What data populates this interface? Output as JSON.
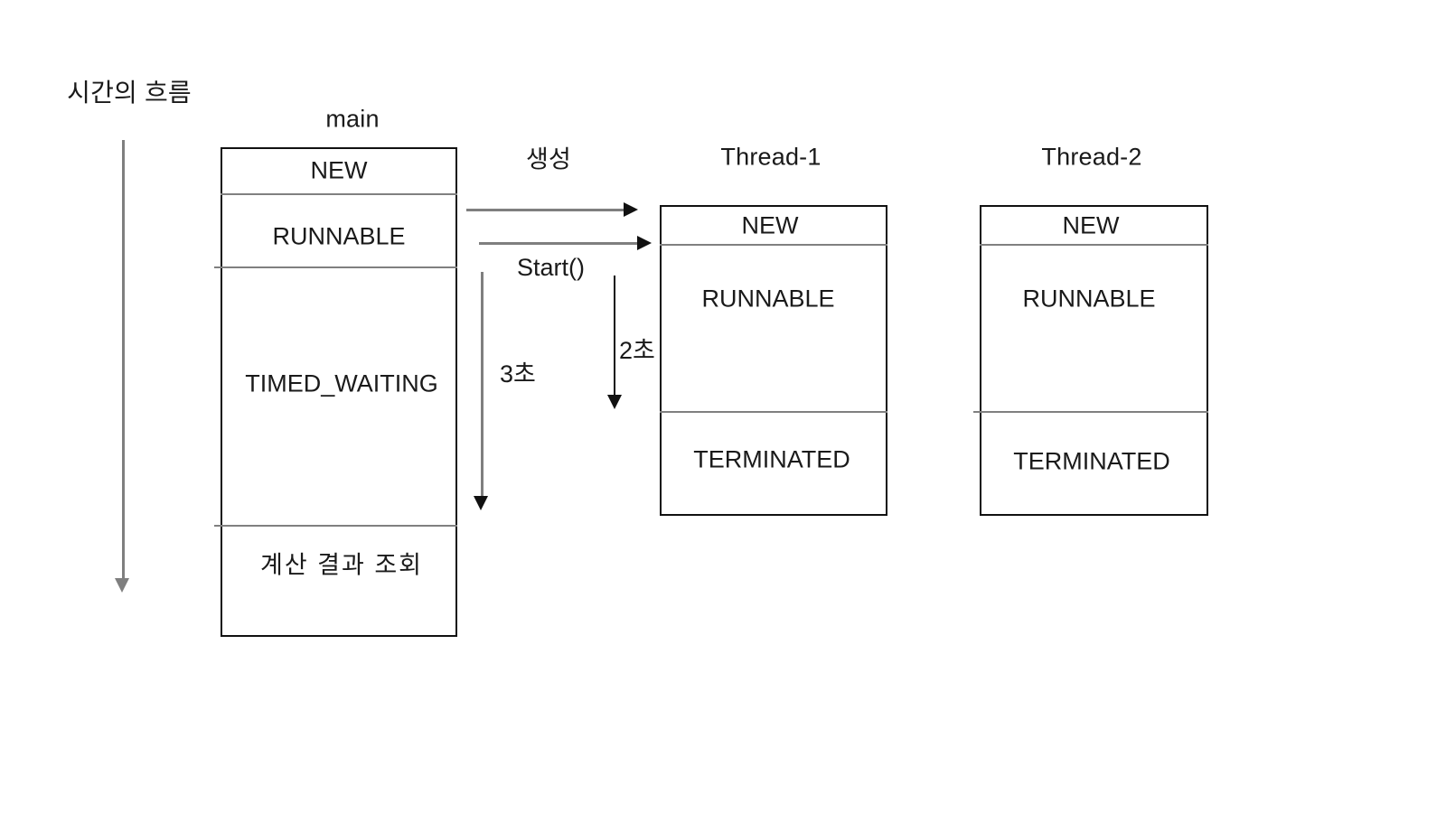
{
  "diagram": {
    "title_label": "시간의 흐름",
    "time_axis": {
      "label": "시간의 흐름",
      "direction": "downward"
    },
    "colors": {
      "box_border": "#111111",
      "divider": "#808080",
      "arrow_gray": "#7f7f7f",
      "arrow_black": "#000000",
      "text": "#1a1a1a",
      "background": "#ffffff"
    },
    "threads": [
      {
        "name": "main",
        "states": [
          {
            "label": "NEW"
          },
          {
            "label": "RUNNABLE"
          },
          {
            "label": "TIMED_WAITING"
          },
          {
            "label": "계산 결과 조회"
          }
        ]
      },
      {
        "name": "Thread-1",
        "states": [
          {
            "label": "NEW"
          },
          {
            "label": "RUNNABLE"
          },
          {
            "label": "TERMINATED"
          }
        ]
      },
      {
        "name": "Thread-2",
        "states": [
          {
            "label": "NEW"
          },
          {
            "label": "RUNNABLE"
          },
          {
            "label": "TERMINATED"
          }
        ]
      }
    ],
    "arrows": [
      {
        "id": "create-arrow",
        "label": "생성",
        "from": "main",
        "to": "Thread-1",
        "orientation": "horizontal"
      },
      {
        "id": "start-arrow",
        "label": "Start()",
        "from": "main",
        "to": "Thread-1",
        "orientation": "horizontal"
      },
      {
        "id": "main-wait-arrow",
        "label": "3초",
        "orientation": "vertical"
      },
      {
        "id": "thread-run-arrow",
        "label": "2초",
        "orientation": "vertical"
      }
    ]
  }
}
